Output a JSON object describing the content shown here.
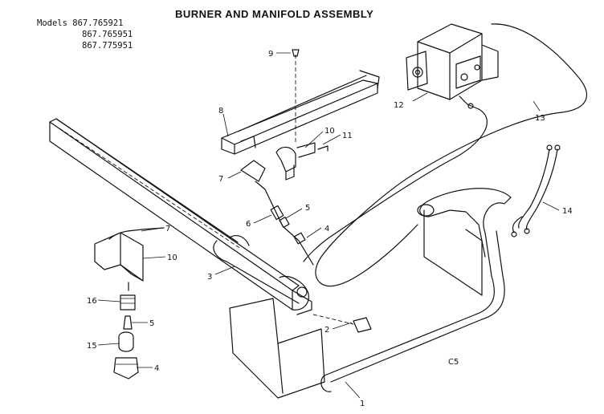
{
  "title": "BURNER AND MANIFOLD ASSEMBLY",
  "models": {
    "label": "Models",
    "numbers": [
      "867.765921",
      "867.765951",
      "867.775951"
    ]
  },
  "callouts": {
    "c1": "1",
    "c2": "2",
    "c3": "3",
    "c4a": "4",
    "c4b": "4",
    "c5a": "5",
    "c5b": "5",
    "c6": "6",
    "c7a": "7",
    "c7b": "7",
    "c8": "8",
    "c9": "9",
    "c10a": "10",
    "c10b": "10",
    "c11": "11",
    "c12": "12",
    "c13": "13",
    "c14": "14",
    "c15": "15",
    "c16": "16"
  },
  "stamp": "C5"
}
